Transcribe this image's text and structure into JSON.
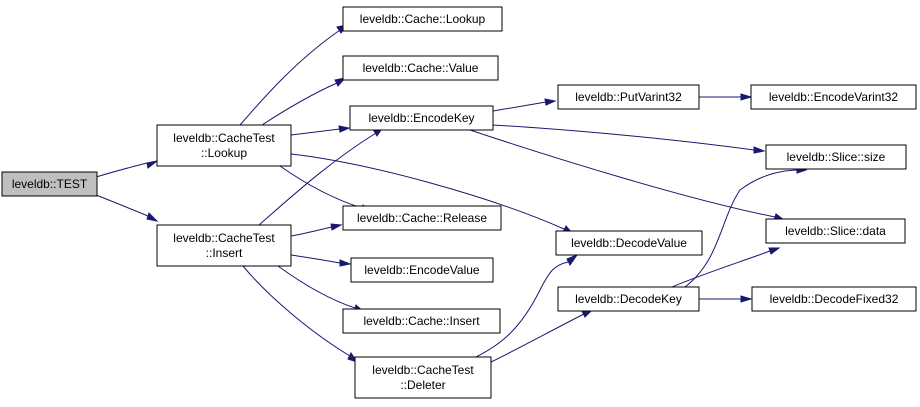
{
  "nodes": {
    "test": [
      "leveldb::TEST"
    ],
    "ct_lookup": [
      "leveldb::CacheTest",
      "::Lookup"
    ],
    "ct_insert": [
      "leveldb::CacheTest",
      "::Insert"
    ],
    "cache_lookup": [
      "leveldb::Cache::Lookup"
    ],
    "cache_value": [
      "leveldb::Cache::Value"
    ],
    "encode_key": [
      "leveldb::EncodeKey"
    ],
    "cache_release": [
      "leveldb::Cache::Release"
    ],
    "encode_value": [
      "leveldb::EncodeValue"
    ],
    "cache_insert": [
      "leveldb::Cache::Insert"
    ],
    "ct_deleter": [
      "leveldb::CacheTest",
      "::Deleter"
    ],
    "put_varint32": [
      "leveldb::PutVarint32"
    ],
    "encode_varint32": [
      "leveldb::EncodeVarint32"
    ],
    "decode_value": [
      "leveldb::DecodeValue"
    ],
    "decode_key": [
      "leveldb::DecodeKey"
    ],
    "slice_size": [
      "leveldb::Slice::size"
    ],
    "slice_data": [
      "leveldb::Slice::data"
    ],
    "decode_fixed32": [
      "leveldb::DecodeFixed32"
    ]
  },
  "edges": [
    [
      "test",
      "ct_lookup"
    ],
    [
      "test",
      "ct_insert"
    ],
    [
      "ct_lookup",
      "cache_lookup"
    ],
    [
      "ct_lookup",
      "cache_value"
    ],
    [
      "ct_lookup",
      "encode_key"
    ],
    [
      "ct_lookup",
      "cache_release"
    ],
    [
      "ct_lookup",
      "decode_value"
    ],
    [
      "ct_insert",
      "encode_key"
    ],
    [
      "ct_insert",
      "cache_release"
    ],
    [
      "ct_insert",
      "encode_value"
    ],
    [
      "ct_insert",
      "cache_insert"
    ],
    [
      "ct_insert",
      "ct_deleter"
    ],
    [
      "ct_deleter",
      "decode_value"
    ],
    [
      "ct_deleter",
      "decode_key"
    ],
    [
      "encode_key",
      "put_varint32"
    ],
    [
      "encode_key",
      "slice_size"
    ],
    [
      "encode_key",
      "slice_data"
    ],
    [
      "put_varint32",
      "encode_varint32"
    ],
    [
      "decode_key",
      "slice_size"
    ],
    [
      "decode_key",
      "slice_data"
    ],
    [
      "decode_key",
      "decode_fixed32"
    ]
  ],
  "colors": {
    "edge": "#191970",
    "root_fill": "#bfbfbf",
    "node_fill": "#ffffff",
    "border": "#000000"
  }
}
